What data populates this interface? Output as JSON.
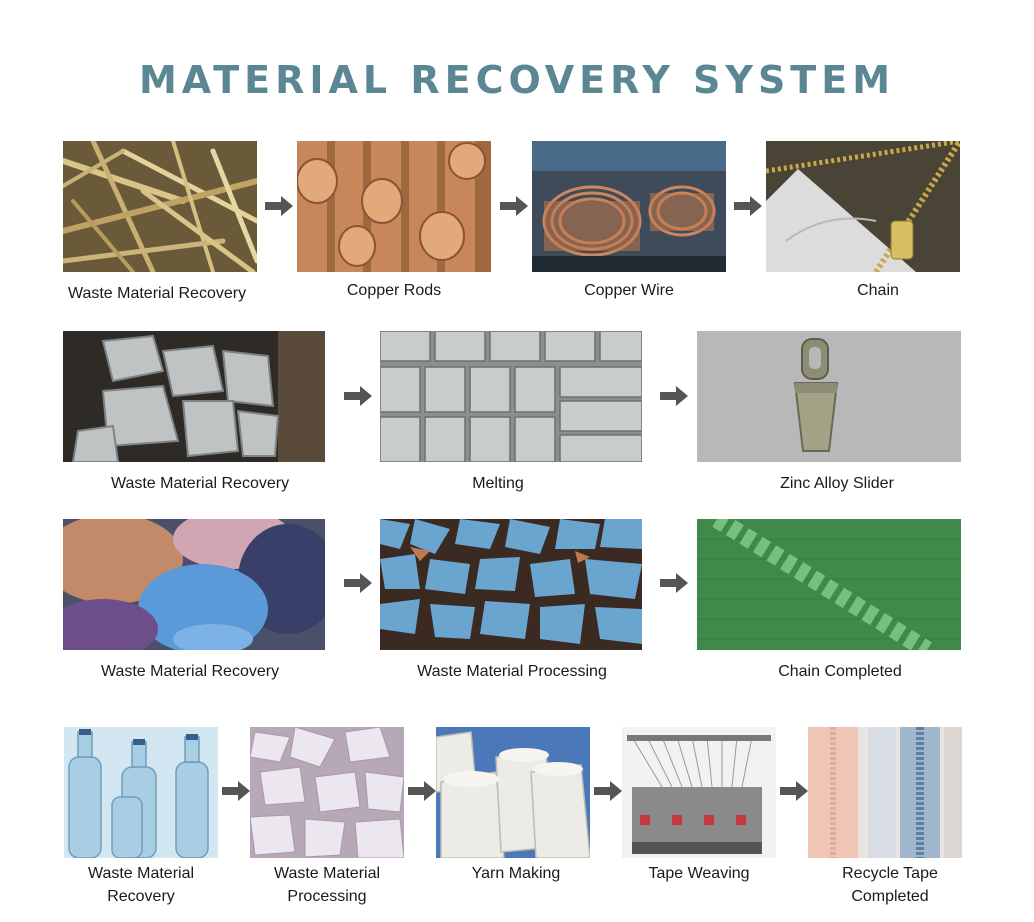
{
  "title": "MATERIAL RECOVERY SYSTEM",
  "rows": [
    {
      "steps": [
        {
          "label": "Waste Material Recovery",
          "image": "brass-scrap-strips"
        },
        {
          "label": "Copper Rods",
          "image": "copper-rods-bundle"
        },
        {
          "label": "Copper Wire",
          "image": "copper-wire-coils"
        },
        {
          "label": "Chain",
          "image": "brass-zipper-chain"
        }
      ]
    },
    {
      "steps": [
        {
          "label": "Waste Material Recovery",
          "image": "zinc-scrap-chunks"
        },
        {
          "label": "Melting",
          "image": "zinc-ingots-stack"
        },
        {
          "label": "Zinc Alloy Slider",
          "image": "zinc-alloy-slider"
        }
      ]
    },
    {
      "steps": [
        {
          "label": "Waste Material Recovery",
          "image": "waste-fabric-pile"
        },
        {
          "label": "Waste Material Processing",
          "image": "plastic-flakes"
        },
        {
          "label": "Chain Completed",
          "image": "green-coil-zipper"
        }
      ]
    },
    {
      "steps": [
        {
          "label": "Waste Material\nRecovery",
          "label_lines": [
            "Waste Material",
            "Recovery"
          ],
          "image": "plastic-bottles"
        },
        {
          "label": "Waste Material\nProcessing",
          "label_lines": [
            "Waste Material",
            "Processing"
          ],
          "image": "pet-flakes"
        },
        {
          "label": "Yarn Making",
          "label_lines": [
            "Yarn Making"
          ],
          "image": "yarn-cones"
        },
        {
          "label": "Tape Weaving",
          "label_lines": [
            "Tape Weaving"
          ],
          "image": "weaving-machine"
        },
        {
          "label": "Recycle Tape\nCompleted",
          "label_lines": [
            "Recycle Tape",
            "Completed"
          ],
          "image": "recycled-zipper-tapes"
        }
      ]
    }
  ],
  "colors": {
    "title": "#5a8793",
    "arrow": "#555555",
    "label": "#1a1a1a"
  },
  "icons": {
    "arrow": "right-arrow-icon"
  }
}
